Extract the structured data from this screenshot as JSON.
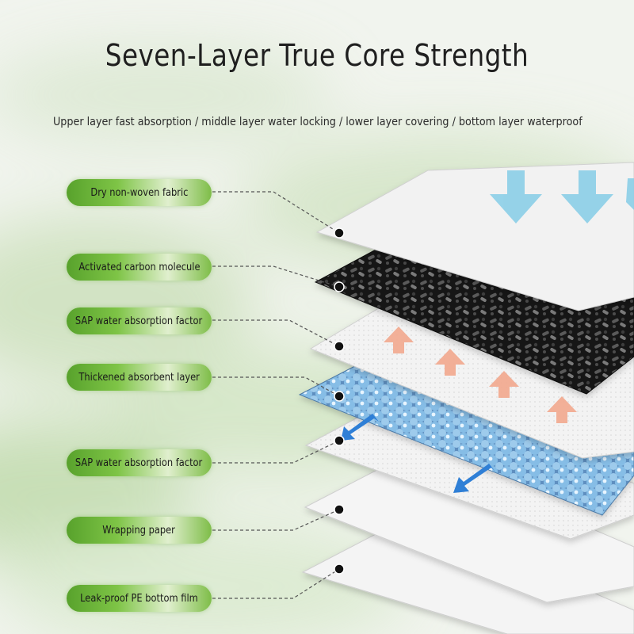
{
  "title": "Seven-Layer True Core Strength",
  "subtitle": "Upper layer fast absorption / middle layer water locking / lower layer covering / bottom layer waterproof",
  "labels": [
    "Dry non-woven fabric",
    "Activated carbon molecule",
    "SAP water absorption factor",
    "Thickened absorbent layer",
    "SAP water absorption factor",
    "Wrapping paper",
    "Leak-proof PE bottom film"
  ],
  "colors": {
    "pill_green": "#6db83a",
    "down_arrow": "#8ccfe8",
    "up_arrow": "#f2a88e",
    "blue_arrow": "#2f7fd6",
    "bead_blue": "#7ab6e0",
    "carbon": "#1c1c1c"
  },
  "icons": {
    "down_arrows": "arrow-down-icon",
    "up_arrows": "arrow-up-icon",
    "flow_arrows": "arrow-flow-icon",
    "leader_dots": "dot-icon"
  }
}
